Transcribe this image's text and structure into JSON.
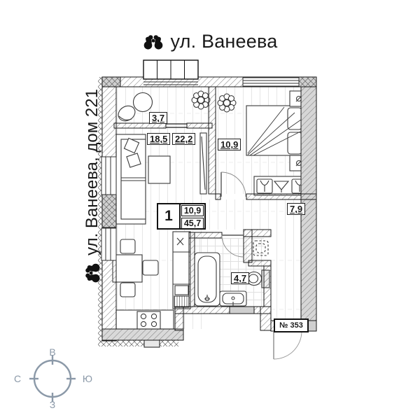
{
  "header": {
    "street_label": "ул. Ванеева"
  },
  "sidebar": {
    "address_label": "ул. Ванеева, дом 221"
  },
  "plan": {
    "rooms": [
      {
        "name": "balcony",
        "area": "3,7"
      },
      {
        "name": "living-room",
        "area": "18,5"
      },
      {
        "name": "kitchen-living",
        "area": "22,2"
      },
      {
        "name": "bedroom",
        "area": "10,9"
      },
      {
        "name": "hallway",
        "area": "7,9"
      },
      {
        "name": "bathroom",
        "area": "4,7"
      }
    ],
    "stamp": {
      "room_count": "1",
      "living_area": "10,9",
      "total_area": "45,7"
    },
    "apartment_number": "№ 353"
  },
  "compass": {
    "top": "В",
    "right": "Ю",
    "bottom": "З",
    "left": "С"
  },
  "colors": {
    "compass": "#8b99a8",
    "ink": "#1a1a1a",
    "wall_gray": "#d6d6d6"
  }
}
